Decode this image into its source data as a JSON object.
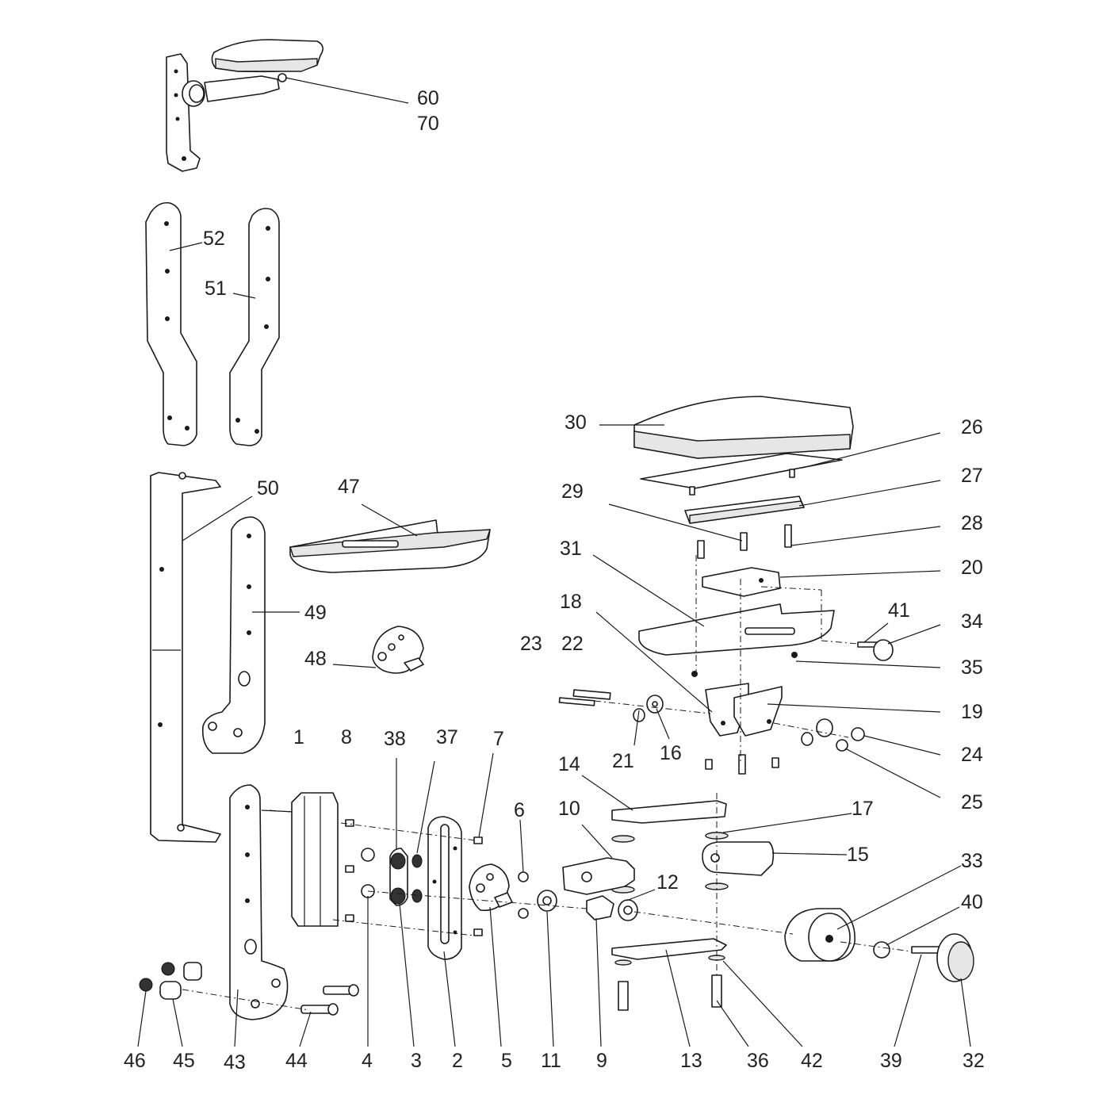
{
  "diagram": {
    "part_numbers": [
      "60",
      "70",
      "52",
      "51",
      "50",
      "47",
      "49",
      "48",
      "30",
      "26",
      "27",
      "29",
      "28",
      "31",
      "20",
      "18",
      "41",
      "34",
      "23",
      "22",
      "35",
      "19",
      "21",
      "16",
      "24",
      "25",
      "14",
      "17",
      "15",
      "10",
      "12",
      "33",
      "40",
      "1",
      "8",
      "38",
      "37",
      "7",
      "6",
      "46",
      "45",
      "43",
      "44",
      "4",
      "3",
      "2",
      "5",
      "11",
      "9",
      "13",
      "36",
      "42",
      "39",
      "32"
    ]
  }
}
